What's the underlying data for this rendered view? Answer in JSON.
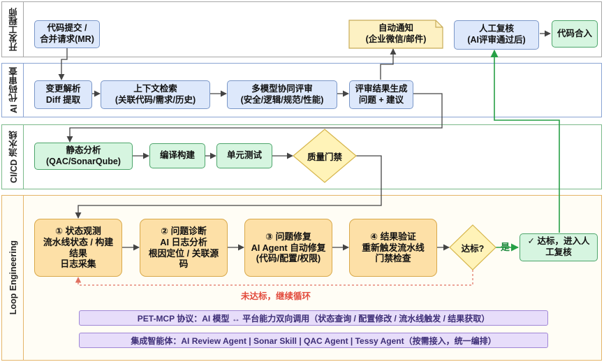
{
  "lanes": [
    {
      "label": "开发工程师",
      "bg": "#ffffff",
      "border": "#a7a7a7"
    },
    {
      "label": "AI 代码审查",
      "bg": "#ffffff",
      "border": "#8aa4d3"
    },
    {
      "label": "CI/CD 流水线",
      "bg": "#ffffff",
      "border": "#7ab98a"
    },
    {
      "label": "Loop Engineering",
      "bg": "#fffdf5",
      "border": "#e4b468"
    }
  ],
  "dev": {
    "submit": [
      "代码提交 /",
      "合并请求(MR)"
    ],
    "notify": [
      "自动通知",
      "(企业微信/邮件)"
    ],
    "review": [
      "人工复核",
      "(AI评审通过后)"
    ],
    "merge": [
      "代码合入"
    ]
  },
  "ai": {
    "parse": [
      "变更解析",
      "Diff 提取"
    ],
    "context": [
      "上下文检索",
      "(关联代码/需求/历史)"
    ],
    "multi": [
      "多模型协同评审",
      "(安全/逻辑/规范/性能)"
    ],
    "result": [
      "评审结果生成",
      "问题 + 建议"
    ]
  },
  "ci": {
    "static": [
      "静态分析",
      "(QAC/SonarQube)"
    ],
    "build": [
      "编译构建"
    ],
    "unit": [
      "单元测试"
    ],
    "gate": [
      "质量门禁"
    ]
  },
  "loop": {
    "s1": [
      "① 状态观测",
      "流水线状态 / 构建",
      "结果",
      "日志采集"
    ],
    "s2": [
      "② 问题诊断",
      "AI 日志分析",
      "根因定位 / 关联源",
      "码"
    ],
    "s3": [
      "③ 问题修复",
      "AI Agent 自动修复",
      "(代码/配置/权限)"
    ],
    "s4": [
      "④ 结果验证",
      "重新触发流水线",
      "门禁检查"
    ],
    "check": "达标?",
    "yes": "是",
    "pass": [
      "✓ 达标，进入人",
      "工复核"
    ],
    "retry": "未达标，继续循环",
    "band1": "PET-MCP 协议：AI 模型 ↔ 平台能力双向调用（状态查询 / 配置修改 / 流水线触发 / 结果获取）",
    "band2": "集成智能体：AI Review Agent | Sonar Skill | QAC Agent | Tessy Agent（按需接入，统一编排）"
  },
  "colors": {
    "arrow": "#444444",
    "green_arrow": "#27a046",
    "dashed": "#e07060",
    "diamond_fill": "#fff3b8",
    "diamond_stroke": "#d6b54a"
  }
}
